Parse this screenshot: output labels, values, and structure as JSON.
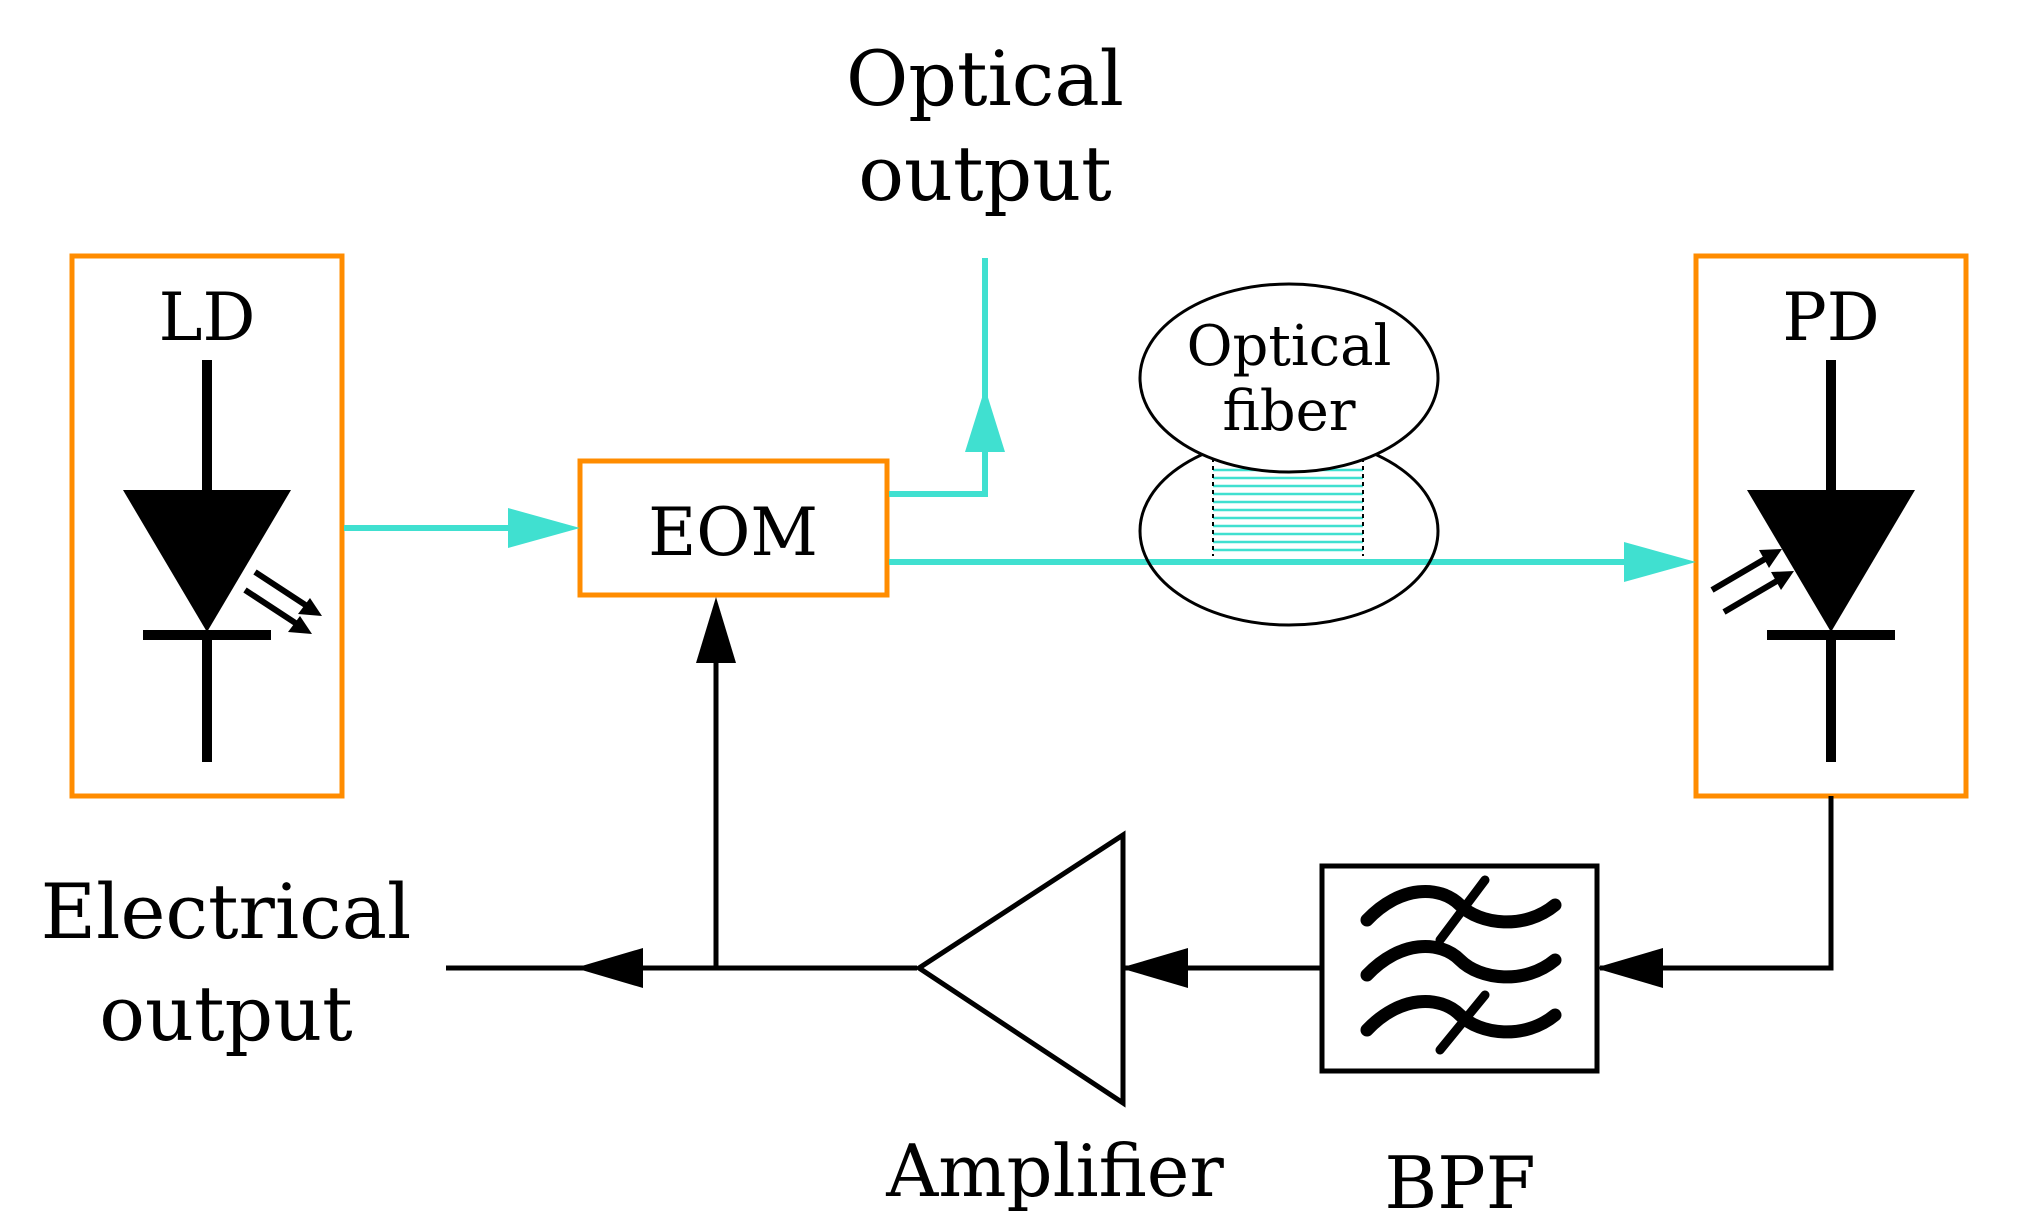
{
  "colors": {
    "box": "#ff8c00",
    "optical": "#40e0d0",
    "electrical": "#000000"
  },
  "labels": {
    "ld": "LD",
    "pd": "PD",
    "eom": "EOM",
    "optical_output_line1": "Optical",
    "optical_output_line2": "output",
    "fiber_line1": "Optical",
    "fiber_line2": "fiber",
    "electrical_output_line1": "Electrical",
    "electrical_output_line2": "output",
    "amplifier": "Amplifier",
    "bpf": "BPF"
  },
  "icons": {
    "laser_diode": "laser-diode-icon",
    "photodiode": "photodiode-icon",
    "filter": "band-pass-filter-icon",
    "amplifier": "amplifier-triangle-icon",
    "fiber_spool": "fiber-spool-icon"
  }
}
